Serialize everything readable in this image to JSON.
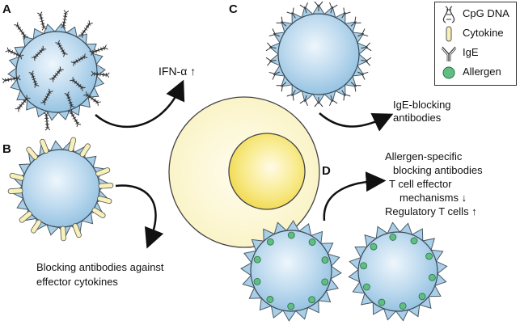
{
  "panels": {
    "a": "A",
    "b": "B",
    "c": "C",
    "d": "D"
  },
  "labels": {
    "ifn": "IFN-α ↑",
    "ige_blocking_1": "IgE-blocking",
    "ige_blocking_2": "antibodies",
    "blocking_cytokines_1": "Blocking antibodies against",
    "blocking_cytokines_2": "effector cytokines",
    "d_line1": "Allergen-specific",
    "d_line2": "blocking antibodies",
    "d_line3": "T cell effector",
    "d_line4": "mechanisms ↓",
    "d_line5": "Regulatory T cells ↑"
  },
  "legend": [
    {
      "label": "CpG DNA",
      "icon": "dna-icon"
    },
    {
      "label": "Cytokine",
      "icon": "cytokine-icon"
    },
    {
      "label": "IgE",
      "icon": "ige-antibody-icon"
    },
    {
      "label": "Allergen",
      "icon": "allergen-icon"
    }
  ],
  "colors": {
    "particle": "#a9cfe8",
    "particle_center": "#e6f2fb",
    "cell_outer": "#fbf6cf",
    "nucleus": "#f7e56e",
    "cytokine": "#f7f0b8",
    "allergen": "#5fbf83"
  }
}
